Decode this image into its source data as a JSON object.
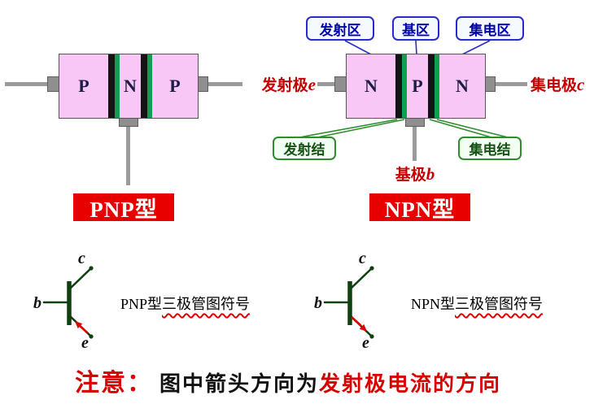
{
  "structures": {
    "pnp": {
      "regions": [
        "P",
        "N",
        "P"
      ]
    },
    "npn": {
      "regions": [
        "N",
        "P",
        "N"
      ]
    }
  },
  "region_callouts": {
    "emitter_region": "发射区",
    "base_region": "基区",
    "collector_region": "集电区"
  },
  "junction_callouts": {
    "emitter_junction": "发射结",
    "collector_junction": "集电结"
  },
  "electrodes": {
    "emitter": {
      "label": "发射极",
      "symbol": "e"
    },
    "collector": {
      "label": "集电极",
      "symbol": "c"
    },
    "base": {
      "label": "基极",
      "symbol": "b"
    }
  },
  "banners": {
    "pnp": "PNP型",
    "npn": "NPN型"
  },
  "symbols": {
    "pnp": {
      "terminals": {
        "b": "b",
        "c": "c",
        "e": "e"
      },
      "caption_plain": "PNP型",
      "caption_wavy": "三极管图符号"
    },
    "npn": {
      "terminals": {
        "b": "b",
        "c": "c",
        "e": "e"
      },
      "caption_plain": "NPN型",
      "caption_wavy": "三极管图符号"
    }
  },
  "note": {
    "prefix": "注意：",
    "black_text": "图中箭头方向为",
    "red_text": "发射极电流的方向"
  },
  "colors": {
    "region_pink": "#f9c7f5",
    "junction_green": "#0f9f50",
    "junction_black": "#141414",
    "lead_gray": "#9b9b9b",
    "banner_red": "#e80000",
    "label_red": "#c40000",
    "callout_blue_border": "#2a2ad0",
    "callout_blue_text": "#0000a8",
    "callout_green_border": "#2e8b2e",
    "callout_green_text": "#145214",
    "note_red": "#d90000",
    "arrow_red": "#dd0000"
  }
}
